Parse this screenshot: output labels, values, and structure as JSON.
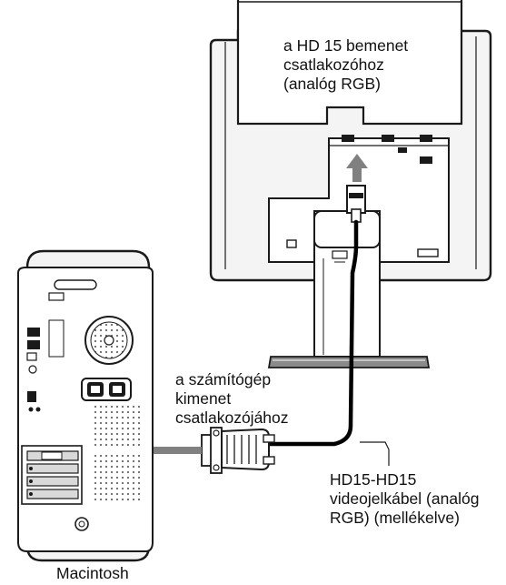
{
  "labels": {
    "hd15_input": [
      "a HD 15 bemenet",
      "csatlakozóhoz",
      "(analóg RGB)"
    ],
    "computer_output": [
      "a számítógép",
      "kimenet",
      "csatlakozójához"
    ],
    "cable": [
      "HD15-HD15",
      "videojelkábel (analóg",
      "RGB) (mellékelve)"
    ],
    "computer_name": "Macintosh"
  },
  "colors": {
    "outline": "#1a1a1a",
    "fill_light": "#f4f4f4",
    "fill_mid": "#d9d9d9",
    "fill_dark": "#8a8a8a",
    "arrow": "#808080",
    "cable": "#000000"
  }
}
